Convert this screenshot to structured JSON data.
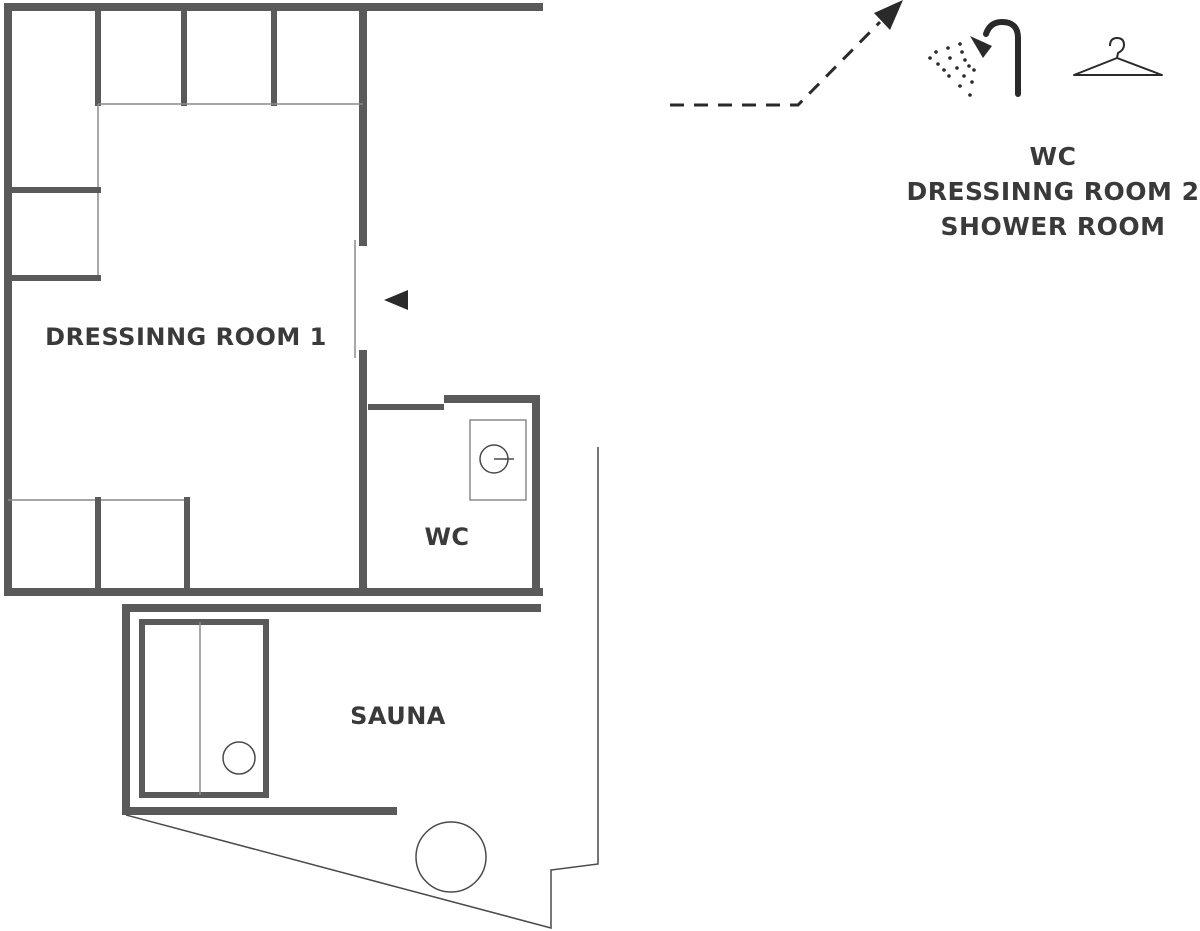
{
  "rooms": {
    "dressing_room_1": "DRESSINNG ROOM 1",
    "wc": "WC",
    "sauna": "SAUNA"
  },
  "legend": {
    "line1": "WC",
    "line2": "DRESSINNG ROOM 2",
    "line3": "SHOWER ROOM",
    "icons": [
      "shower-icon",
      "hanger-icon",
      "dashed-arrow-icon"
    ]
  },
  "colors": {
    "wall": "#5a5a5a",
    "text": "#3a3a3a",
    "background": "#ffffff"
  }
}
